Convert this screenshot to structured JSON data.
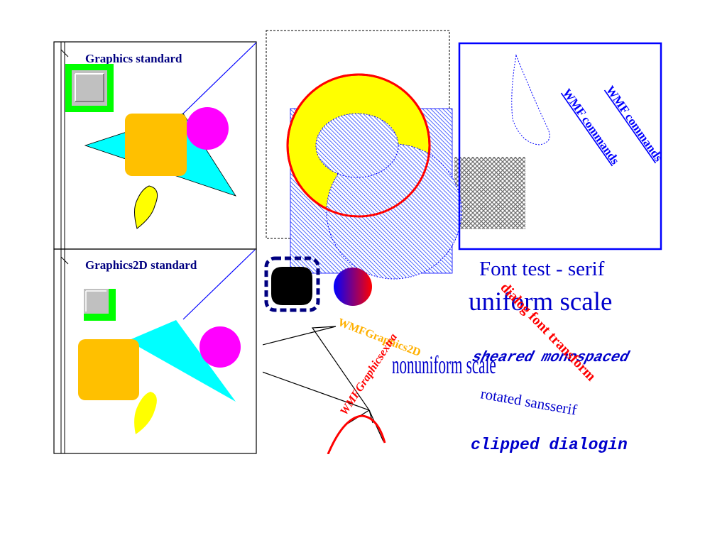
{
  "panels": {
    "graphics_title": "Graphics standard",
    "graphics2d_title": "Graphics2D standard"
  },
  "wmf_labels": {
    "commands_1": "WMF commands",
    "commands_2": "WMF commands",
    "graphics2d": "WMFGraphics2D",
    "extra": "WMFGraphicsextra"
  },
  "font_tests": {
    "serif": "Font test - serif",
    "uniform": "uniform scale",
    "dialog_transform": "dialog font transform",
    "sheared": "sheared monospaced",
    "nonuniform": "nonuniform scale",
    "rotated": "rotated sansserif",
    "clipped": "clipped dialogin"
  },
  "colors": {
    "navy": "#000080",
    "blue": "#0000ff",
    "red": "#ff0000",
    "yellow": "#ffff00",
    "cyan": "#00ffff",
    "magenta": "#ff00ff",
    "orange": "#ffc000",
    "green": "#00ff00",
    "wmf_orange": "#ffb000"
  }
}
